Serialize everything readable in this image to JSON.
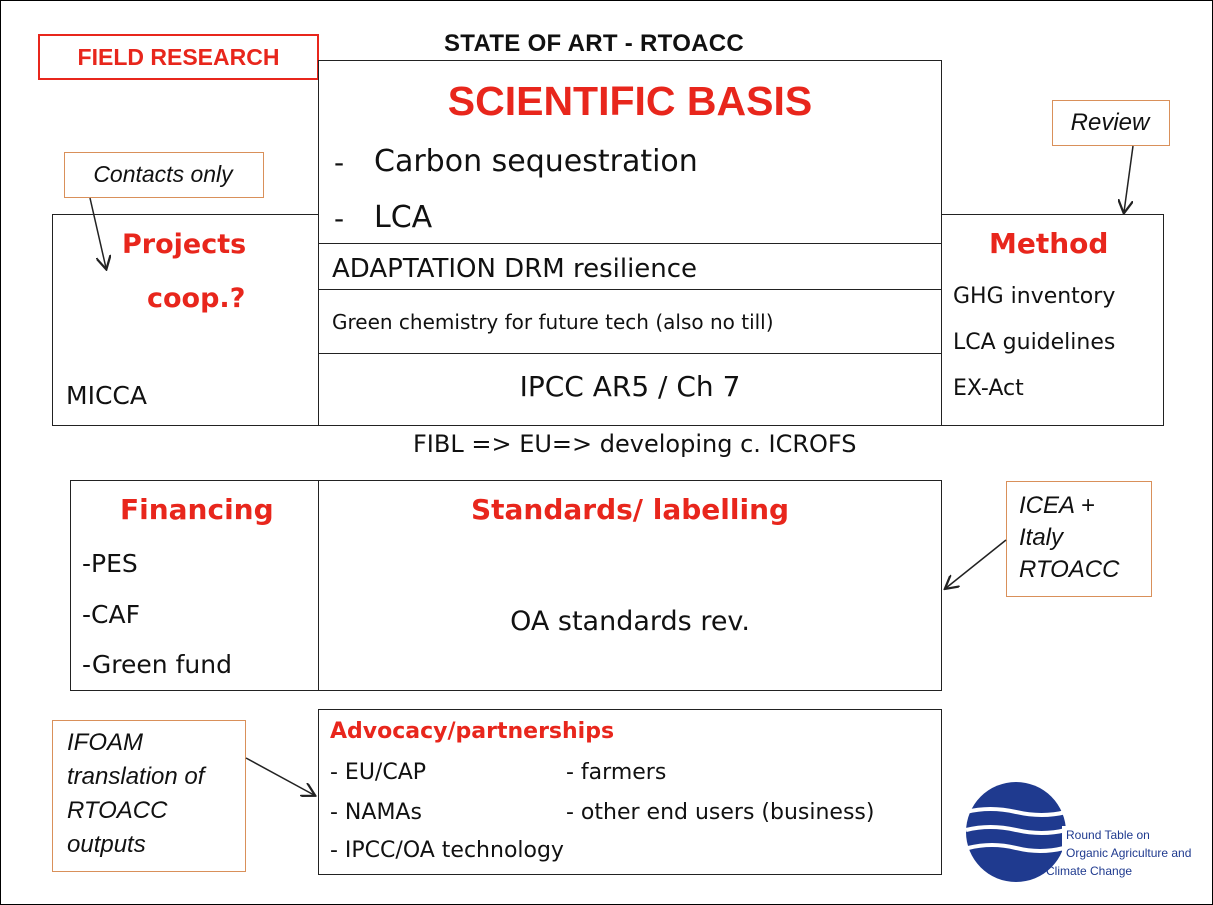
{
  "header": {
    "field_research": "FIELD RESEARCH",
    "title": "STATE OF ART - RTOACC"
  },
  "scientific": {
    "heading": "SCIENTIFIC BASIS",
    "items": [
      "Carbon sequestration",
      "LCA"
    ],
    "bullet": "-",
    "adaptation": "ADAPTATION DRM resilience",
    "green_chem": "Green chemistry for future tech (also no till)",
    "ipcc": "IPCC AR5 / Ch 7"
  },
  "projects": {
    "note": "Contacts only",
    "heading_line1": "Projects",
    "heading_line2": "coop.?",
    "item": "MICCA"
  },
  "method": {
    "note": "Review",
    "heading": "Method",
    "items": [
      "GHG inventory",
      "LCA guidelines",
      "EX-Act"
    ]
  },
  "flow_text": "FIBL => EU=> developing c. ICROFS",
  "financing": {
    "heading": "Financing",
    "items": [
      "-PES",
      "-CAF",
      "-Green fund"
    ]
  },
  "standards": {
    "heading": "Standards/ labelling",
    "body": "OA standards rev.",
    "note_lines": [
      "ICEA +",
      "Italy",
      "RTOACC"
    ]
  },
  "advocacy": {
    "heading": "Advocacy/partnerships",
    "col1": [
      "- EU/CAP",
      "- NAMAs",
      "- IPCC/OA technology"
    ],
    "col2": [
      "- farmers",
      "- other end users (business)"
    ],
    "note_lines": [
      "IFOAM",
      "translation of",
      "RTOACC",
      "outputs"
    ]
  },
  "logo": {
    "text_lines": [
      "Round Table on",
      "Organic Agriculture and",
      "Climate Change"
    ],
    "color": "#1f3a8f"
  },
  "colors": {
    "accent_red": "#e8261c",
    "note_border": "#d9905a"
  }
}
